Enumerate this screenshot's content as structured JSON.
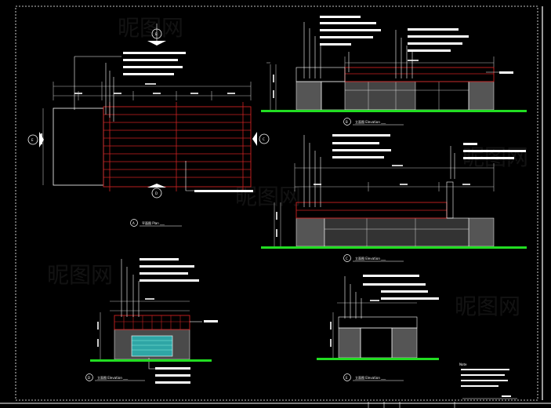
{
  "drawing": {
    "colors": {
      "background": "#000000",
      "linework": "#ffffff",
      "structure": "#cc2222",
      "ground": "#22dd22",
      "glass": "#2fa6a6",
      "hatch": "#8a8a8a",
      "dims": "#bbbbbb"
    },
    "views": {
      "A": {
        "marker": "A",
        "title": "平面图  Plan  ___"
      },
      "B": {
        "marker": "B",
        "title": "立面图  Elevation  ___"
      },
      "C": {
        "marker": "C",
        "title": "立面图  Elevation  ___"
      },
      "D": {
        "marker": "D",
        "title": "立面图  Elevation  ___"
      },
      "E": {
        "marker": "E",
        "title": "立面图  Elevation  ___"
      }
    },
    "section_markers": [
      "B",
      "C",
      "D",
      "E"
    ],
    "notes_heading": "Note",
    "watermark": "昵图网"
  }
}
